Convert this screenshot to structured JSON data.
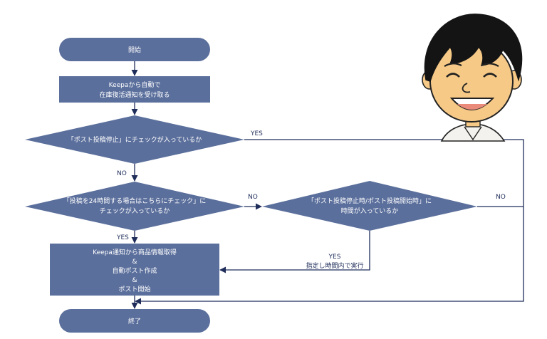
{
  "nodes": {
    "start": "開始",
    "receive": [
      "Keepaから自動で",
      "在庫復活通知を受け取る"
    ],
    "check_stop": "「ポスト投稿停止」にチェックが入っているか",
    "check_24h": [
      "「投稿を24時間する場合はこちらにチェック」に",
      "チェックが入っているか"
    ],
    "check_time": [
      "「ポスト投稿停止時/ポスト投稿開始時」に",
      "時間が入っているか"
    ],
    "action": [
      "Keepa通知から商品情報取得",
      "&",
      "自動ポスト作成",
      "&",
      "ポスト開始"
    ],
    "end": "終了"
  },
  "edges": {
    "stop_yes": "YES",
    "stop_no": "NO",
    "h24_no": "NO",
    "h24_yes": "YES",
    "time_no": "NO",
    "time_yes": [
      "YES",
      "指定し時間内で実行"
    ]
  },
  "colors": {
    "shape_fill": "#5b6f9c",
    "line": "#1f2d5a",
    "text": "#ffffff"
  },
  "illustration": "cartoon-person-avatar"
}
